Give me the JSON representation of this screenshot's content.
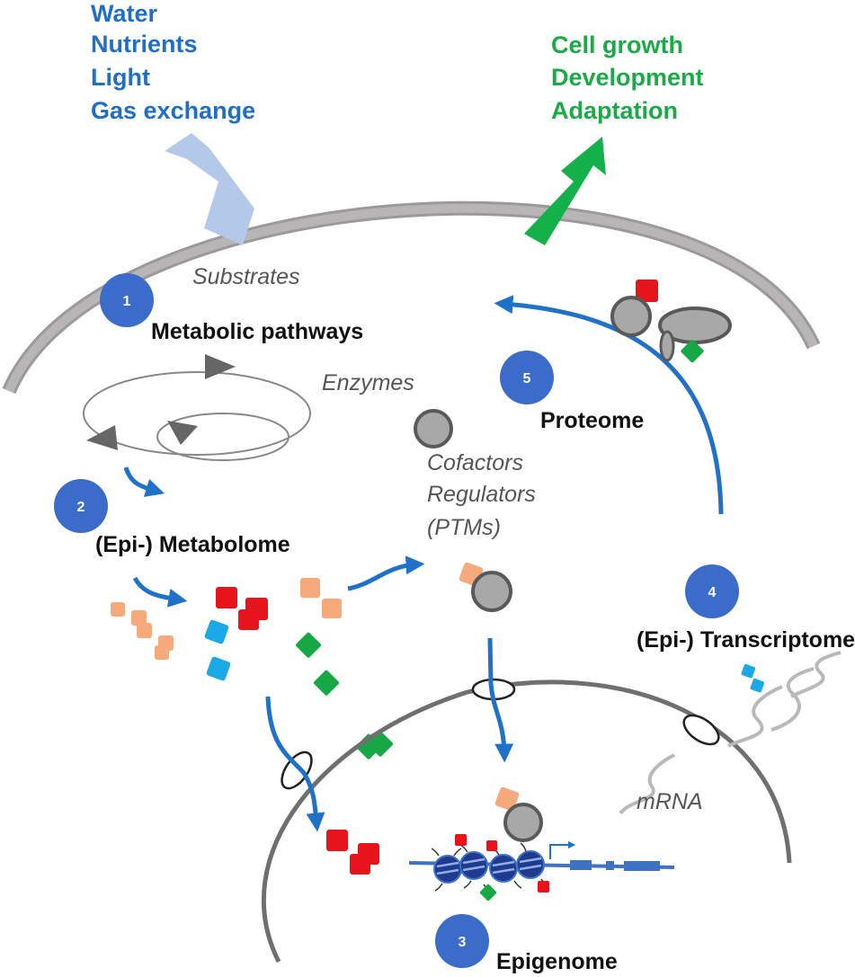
{
  "inputs": [
    "Water",
    "Nutrients",
    "Light",
    "Gas exchange"
  ],
  "outputs": [
    "Cell growth",
    "Development",
    "Adaptation"
  ],
  "labels": {
    "substrates": "Substrates",
    "enzymes": "Enzymes",
    "cofactors": "Cofactors",
    "regulators": "Regulators",
    "ptms": "(PTMs)",
    "mrna": "mRNA"
  },
  "steps": [
    {
      "number": "1",
      "label": "Metabolic pathways"
    },
    {
      "number": "2",
      "label": "(Epi-) Metabolome"
    },
    {
      "number": "3",
      "label": "Epigenome"
    },
    {
      "number": "4",
      "label": "(Epi-) Transcriptome"
    },
    {
      "number": "5",
      "label": "Proteome"
    }
  ],
  "colors": {
    "input_blue": "#1f6fc5",
    "output_green": "#1aaa46",
    "step_circle": "#3b6cc9",
    "flow_arrow": "#1f72c8",
    "metabolite_red": "#e8141b",
    "metabolite_orange": "#f6a97a",
    "metabolite_cyan": "#1aa9e6",
    "metabolite_green": "#16a844",
    "membrane": "#9b9999",
    "nucleus": "#6f6f6f",
    "protein_grey": "#a8a8a8"
  }
}
